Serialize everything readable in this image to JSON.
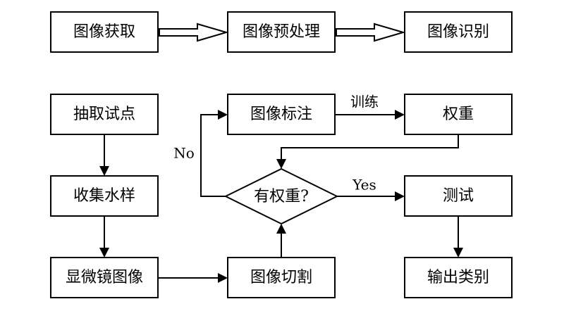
{
  "top_row": {
    "acquire": "图像获取",
    "preprocess": "图像预处理",
    "recognize": "图像识别"
  },
  "nodes": {
    "extract_points": "抽取试点",
    "collect_water": "收集水样",
    "microscope_image": "显微镜图像",
    "annotate": "图像标注",
    "weights": "权重",
    "has_weights": "有权重?",
    "crop": "图像切割",
    "test": "测试",
    "output_class": "输出类别"
  },
  "edges": {
    "train": "训练",
    "no": "No",
    "yes": "Yes"
  }
}
